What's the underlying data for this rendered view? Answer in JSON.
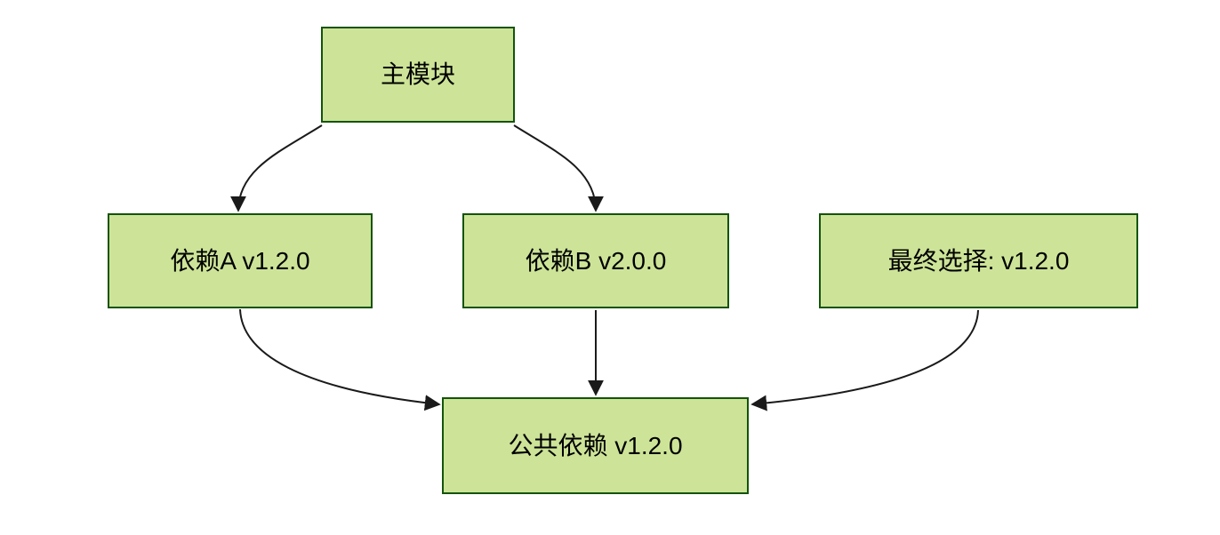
{
  "diagram": {
    "type": "flowchart",
    "direction": "top-down",
    "nodes": [
      {
        "id": "main",
        "label": "主模块"
      },
      {
        "id": "depA",
        "label": "依赖A v1.2.0"
      },
      {
        "id": "depB",
        "label": "依赖B v2.0.0"
      },
      {
        "id": "final",
        "label": "最终选择: v1.2.0"
      },
      {
        "id": "shared",
        "label": "公共依赖 v1.2.0"
      }
    ],
    "edges": [
      {
        "from": "main",
        "to": "depA"
      },
      {
        "from": "main",
        "to": "depB"
      },
      {
        "from": "depA",
        "to": "shared"
      },
      {
        "from": "depB",
        "to": "shared"
      },
      {
        "from": "final",
        "to": "shared"
      }
    ]
  },
  "colors": {
    "node_fill": "#cde498",
    "node_border": "#13540c",
    "arrow_color": "#1a1a1a",
    "text_color": "#000000",
    "background": "#ffffff"
  }
}
